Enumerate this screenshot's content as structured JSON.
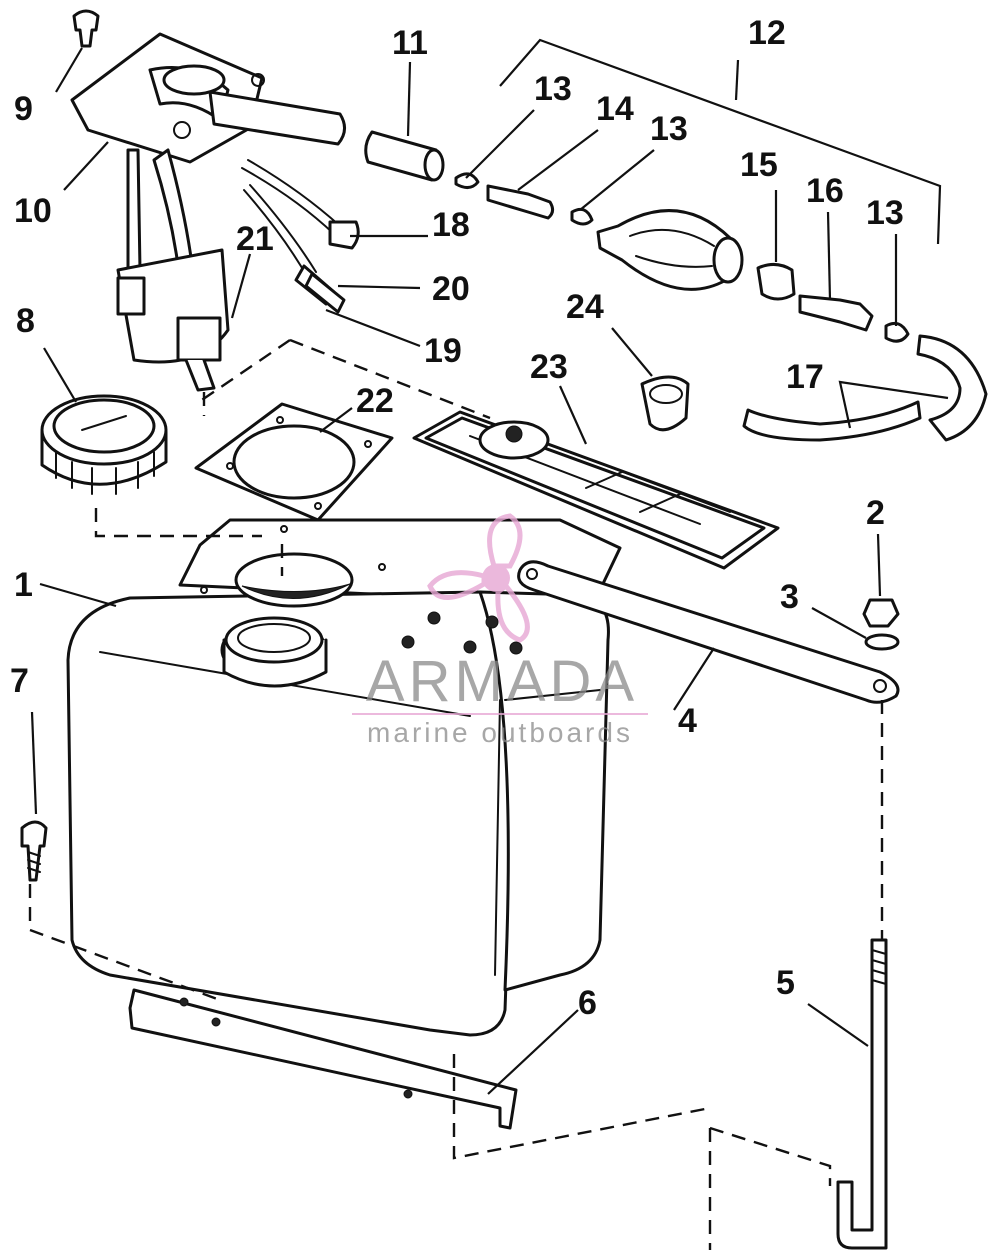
{
  "callouts": [
    "1",
    "2",
    "3",
    "4",
    "5",
    "6",
    "7",
    "8",
    "9",
    "10",
    "11",
    "12",
    "13",
    "14",
    "13",
    "15",
    "16",
    "13",
    "17",
    "18",
    "19",
    "20",
    "21",
    "22",
    "23",
    "24"
  ],
  "watermark": {
    "title": "ARMADA",
    "subtitle": "marine outboards",
    "accent_color": "#e7a7d4"
  },
  "colors": {
    "ink": "#111111",
    "paper": "#ffffff",
    "watermark_text": "#8a8a8a"
  },
  "icons": [
    "propeller-logo-icon"
  ]
}
